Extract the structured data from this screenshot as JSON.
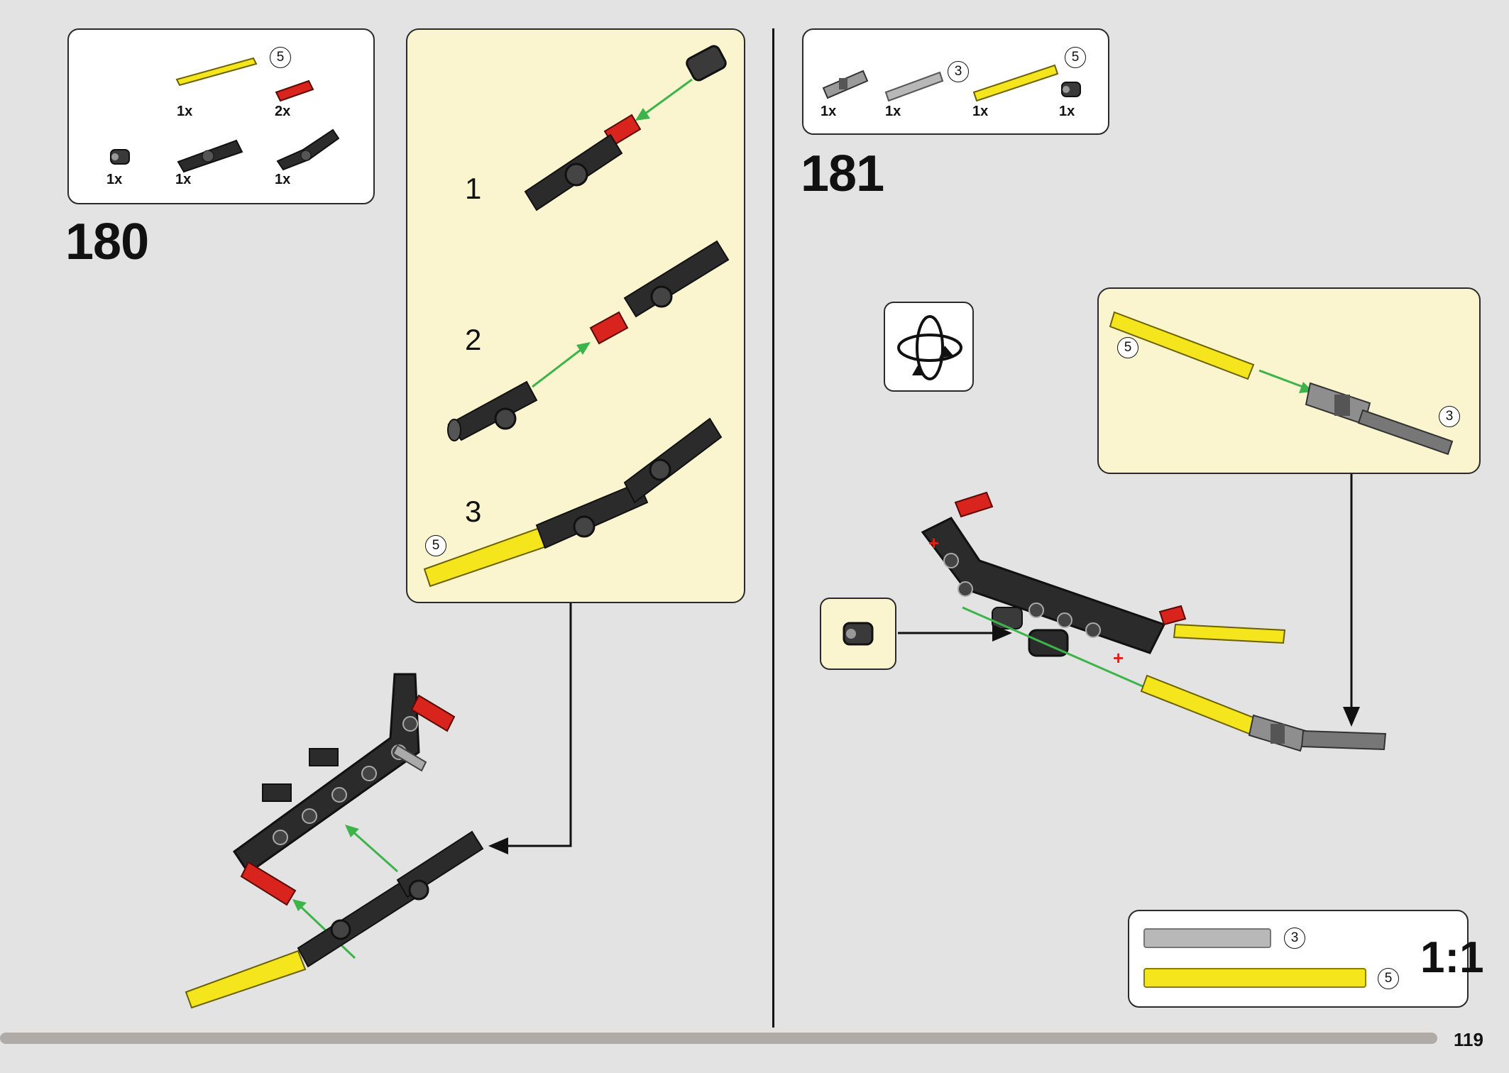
{
  "page_number": "119",
  "step_180": {
    "number": "180",
    "parts": [
      {
        "qty": "1x",
        "badge": "5",
        "icon": "yellow-axle-5-icon"
      },
      {
        "qty": "2x",
        "badge": "",
        "icon": "red-pin-icon"
      },
      {
        "qty": "1x",
        "badge": "",
        "icon": "bush-icon"
      },
      {
        "qty": "1x",
        "badge": "",
        "icon": "black-connector-icon"
      },
      {
        "qty": "1x",
        "badge": "",
        "icon": "black-angled-connector-icon"
      }
    ],
    "substeps": [
      {
        "number": "1"
      },
      {
        "number": "2"
      },
      {
        "number": "3",
        "badge": "5"
      }
    ]
  },
  "step_181": {
    "number": "181",
    "parts": [
      {
        "qty": "1x",
        "badge": "",
        "icon": "universal-joint-icon"
      },
      {
        "qty": "1x",
        "badge": "3",
        "icon": "grey-axle-3-icon"
      },
      {
        "qty": "1x",
        "badge": "5",
        "icon": "yellow-axle-5-icon"
      },
      {
        "qty": "1x",
        "badge": "",
        "icon": "bush-icon"
      }
    ],
    "sub_badges": [
      "5",
      "3"
    ],
    "rotate_icon": "rotate-model-icon"
  },
  "scale_ruler": {
    "items": [
      {
        "badge": "3",
        "color": "#b8b8b8"
      },
      {
        "badge": "5",
        "color": "#f4e51c"
      }
    ],
    "scale_label": "1:1"
  },
  "colors": {
    "background": "#e3e3e3",
    "substep_panel": "#fbf5cf",
    "axle_yellow": "#f4e51c",
    "pin_red": "#d8241c",
    "arrow_green": "#3cb44a",
    "part_black": "#2b2b2b"
  }
}
